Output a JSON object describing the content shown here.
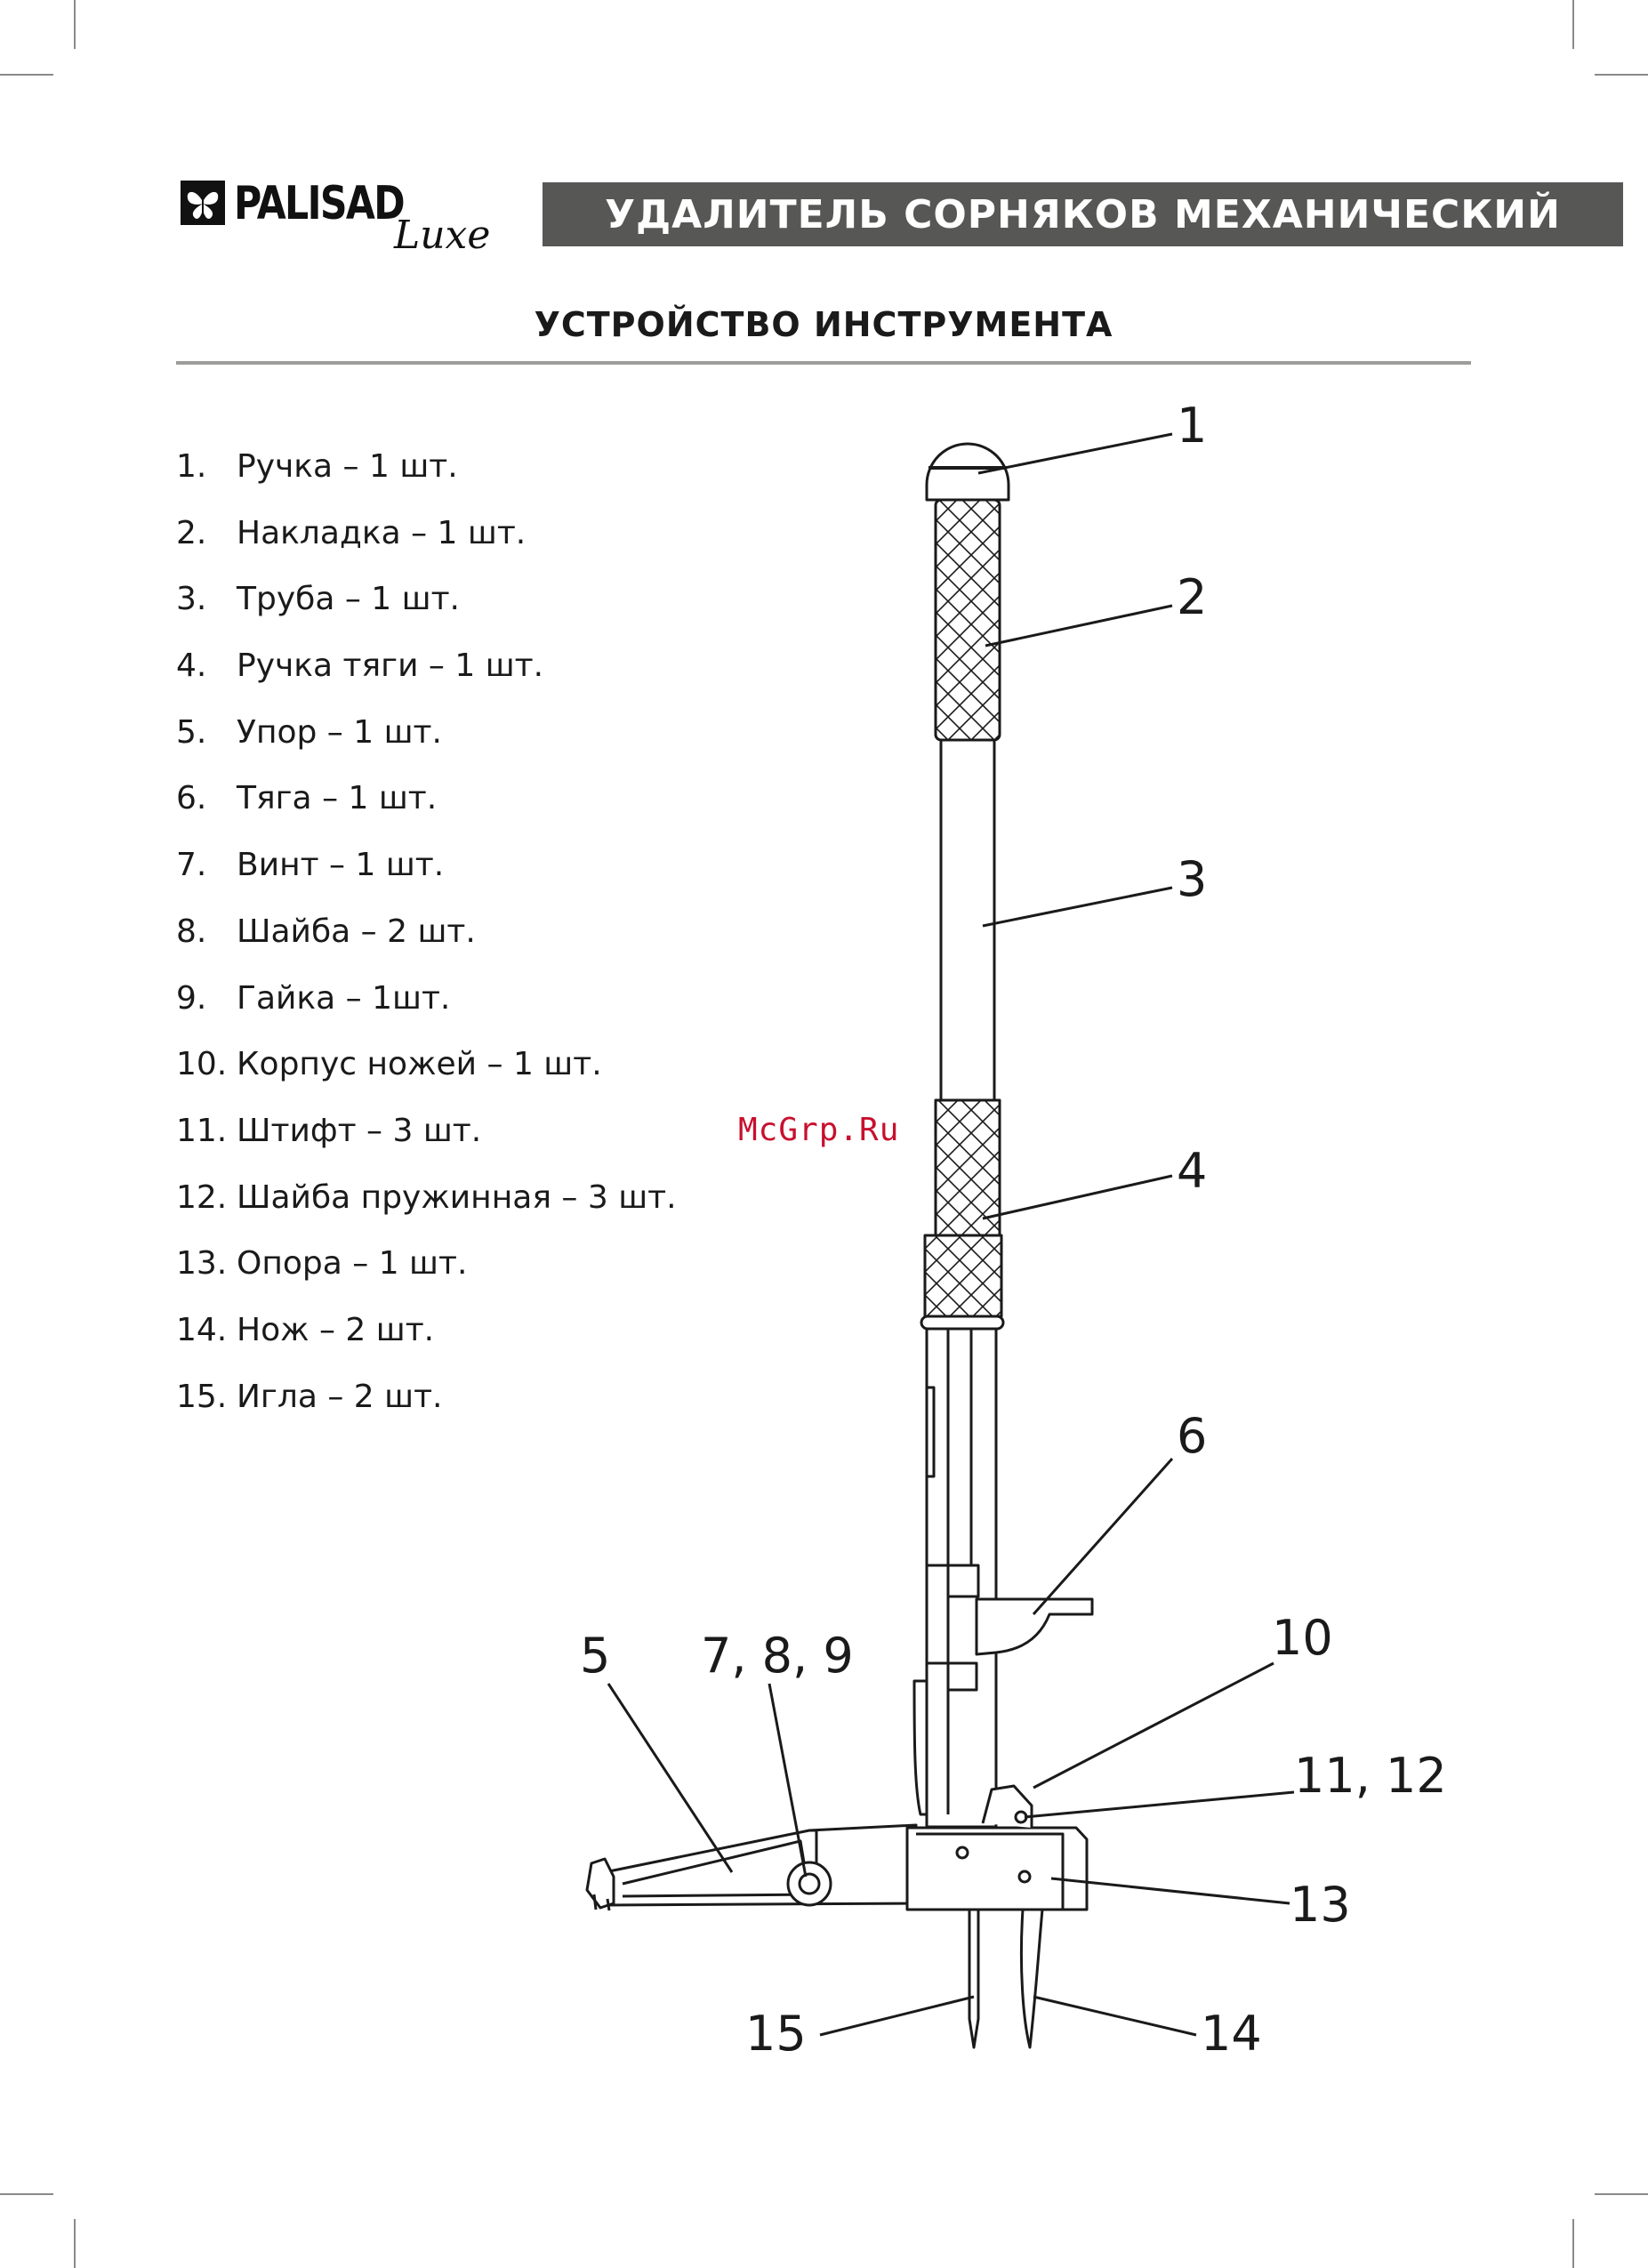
{
  "brand": {
    "name": "PALISAD",
    "sub": "Luxe"
  },
  "header": {
    "title": "УДАЛИТЕЛЬ СОРНЯКОВ МЕХАНИЧЕСКИЙ"
  },
  "section": {
    "title": "УСТРОЙСТВО ИНСТРУМЕНТА"
  },
  "parts": [
    {
      "num": "1.",
      "text": "Ручка – 1 шт."
    },
    {
      "num": "2.",
      "text": "Накладка – 1 шт."
    },
    {
      "num": "3.",
      "text": "Труба – 1 шт."
    },
    {
      "num": "4.",
      "text": "Ручка тяги – 1 шт."
    },
    {
      "num": "5.",
      "text": "Упор – 1 шт."
    },
    {
      "num": "6.",
      "text": "Тяга – 1 шт."
    },
    {
      "num": "7.",
      "text": "Винт – 1 шт."
    },
    {
      "num": "8.",
      "text": "Шайба – 2 шт."
    },
    {
      "num": "9.",
      "text": "Гайка – 1шт."
    },
    {
      "num": "10.",
      "text": "Корпус ножей – 1 шт."
    },
    {
      "num": "11.",
      "text": "Штифт – 3 шт."
    },
    {
      "num": "12.",
      "text": "Шайба пружинная – 3 шт."
    },
    {
      "num": "13.",
      "text": "Опора – 1 шт."
    },
    {
      "num": "14.",
      "text": "Нож – 2 шт."
    },
    {
      "num": "15.",
      "text": "Игла – 2 шт."
    }
  ],
  "callouts": {
    "c1": "1",
    "c2": "2",
    "c3": "3",
    "c4": "4",
    "c5": "5",
    "c6": "6",
    "c789": "7, 8, 9",
    "c10": "10",
    "c1112": "11, 12",
    "c13": "13",
    "c14": "14",
    "c15": "15"
  },
  "watermark": "McGrp.Ru",
  "colors": {
    "title_bar": "#575756",
    "rule": "#9d9d9c",
    "watermark": "#c8102e"
  }
}
